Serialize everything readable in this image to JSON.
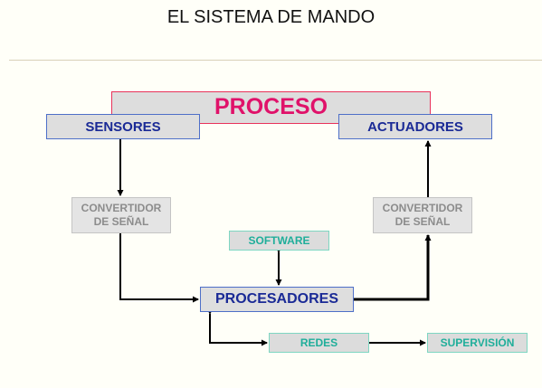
{
  "title": "EL SISTEMA DE MANDO",
  "nodes": {
    "proceso": "PROCESO",
    "sensores": "SENSORES",
    "actuadores": "ACTUADORES",
    "convertidor_left": [
      "CONVERTIDOR",
      "DE SEÑAL"
    ],
    "convertidor_right": [
      "CONVERTIDOR",
      "DE SEÑAL"
    ],
    "software": "SOFTWARE",
    "procesadores": "PROCESADORES",
    "redes": "REDES",
    "supervision": "SUPERVISIÓN"
  },
  "colors": {
    "proceso_text": "#e0126a",
    "proceso_border": "#e8325a",
    "main_text": "#1a2a96",
    "main_border": "#4e6fc8",
    "converter_text": "#8c8c8c",
    "aux_text": "#1fae9a",
    "aux_border": "#7fd6c2",
    "connector": "#000000"
  }
}
